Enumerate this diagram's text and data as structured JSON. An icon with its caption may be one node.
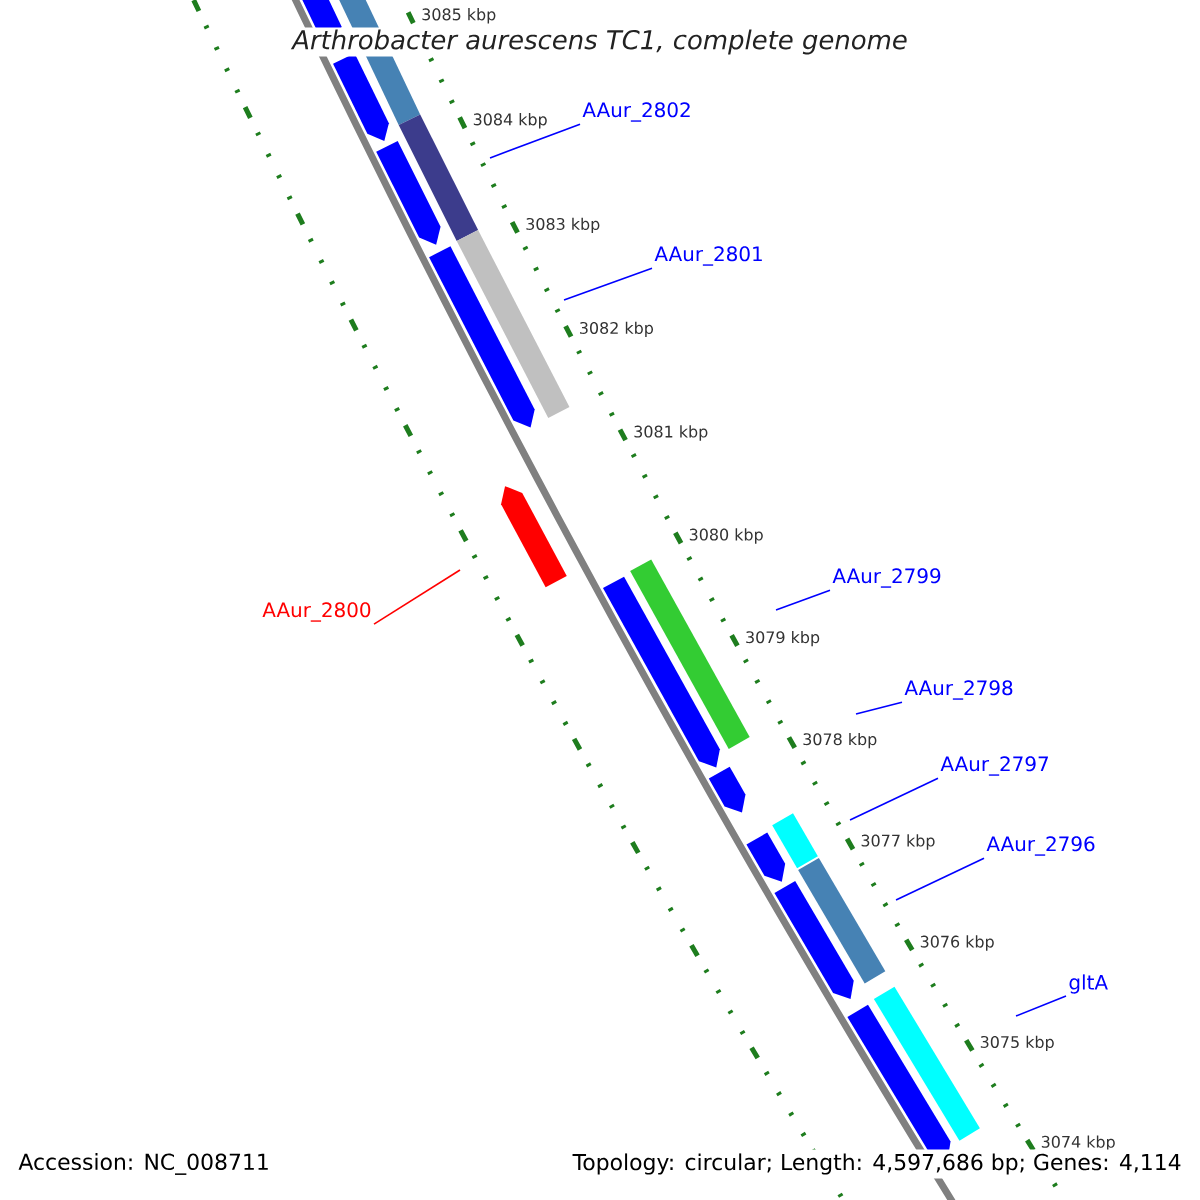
{
  "diagram": {
    "title": "Arthrobacter aurescens TC1, complete genome",
    "nodes": [
      {
        "text": [
          "AAur_2802"
        ]
      },
      {
        "text": [
          "AAur_2801"
        ]
      },
      {
        "text": [
          "AAur_2800"
        ]
      },
      {
        "text": [
          "AAur_2799"
        ]
      },
      {
        "text": [
          "AAur_2798"
        ]
      },
      {
        "text": [
          "AAur_2797"
        ]
      },
      {
        "text": [
          "AAur_2796"
        ]
      },
      {
        "text": [
          "gltA"
        ]
      }
    ],
    "edges": [
      {
        "from": 0,
        "to": null,
        "arrow": "none"
      },
      {
        "from": 1,
        "to": null,
        "arrow": "none"
      },
      {
        "from": 2,
        "to": null,
        "arrow": "none",
        "color": "#ff0000"
      },
      {
        "from": 3,
        "to": null,
        "arrow": "none"
      },
      {
        "from": 4,
        "to": null,
        "arrow": "none"
      },
      {
        "from": 5,
        "to": null,
        "arrow": "none"
      },
      {
        "from": 6,
        "to": null,
        "arrow": "none"
      },
      {
        "from": 7,
        "to": null,
        "arrow": "none"
      }
    ],
    "labels": [
      "3085 kbp",
      "3084 kbp",
      "3083 kbp",
      "3082 kbp",
      "3081 kbp",
      "3080 kbp",
      "3079 kbp",
      "3078 kbp",
      "3077 kbp",
      "3076 kbp",
      "3075 kbp",
      "3074 kbp",
      "Accession: NC_008711",
      "Topology: circular; Length: 4,597,686 bp; Genes: 4,114"
    ]
  }
}
